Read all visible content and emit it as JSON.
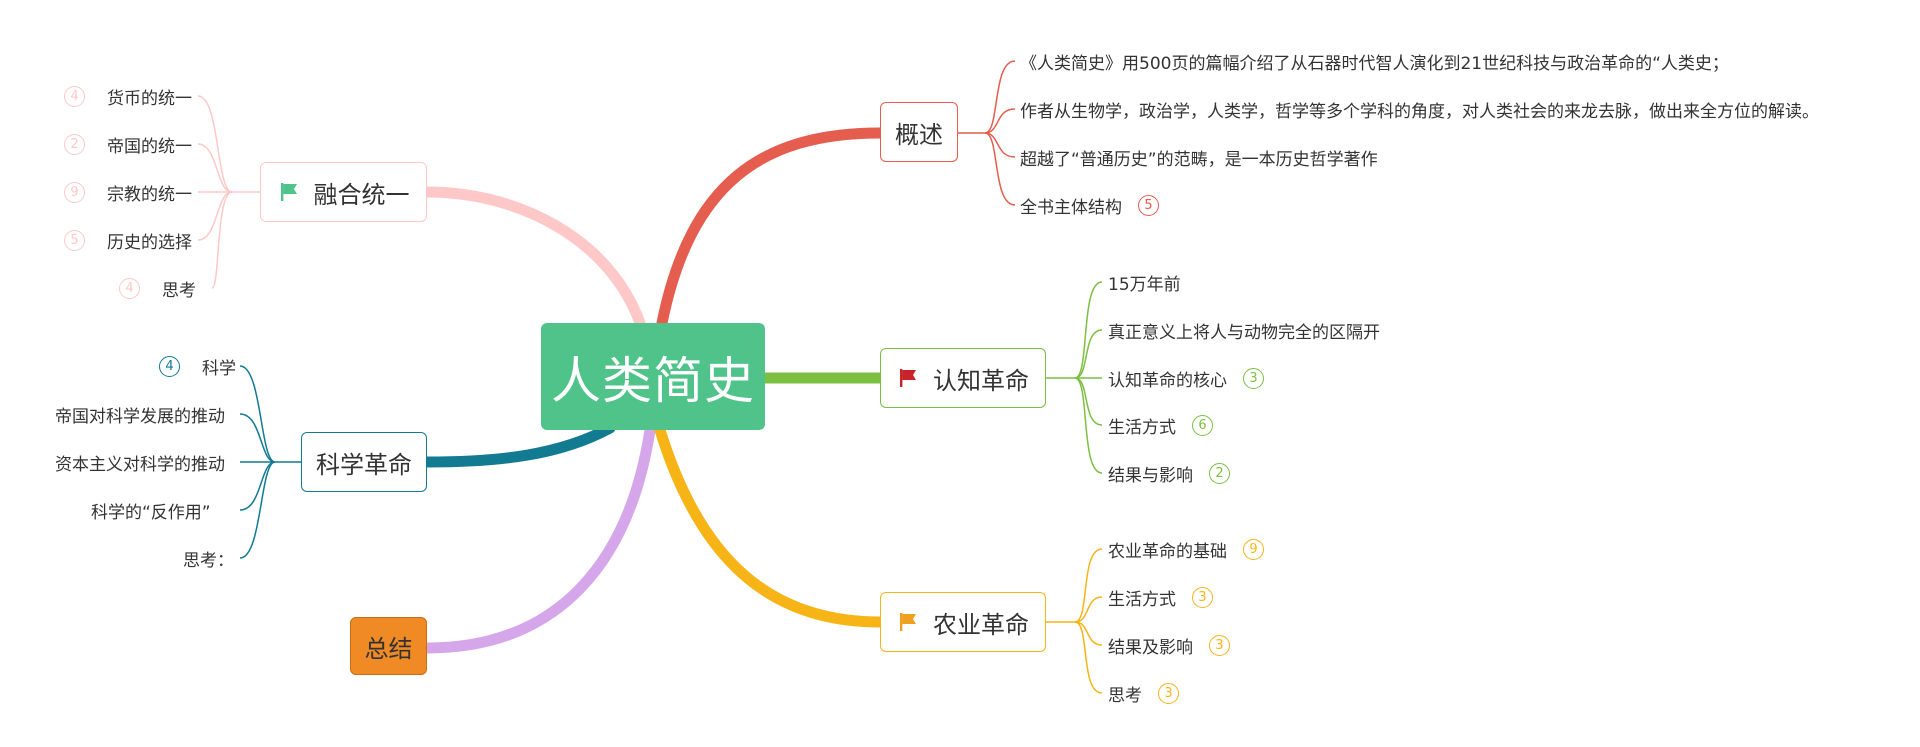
{
  "root": {
    "label": "人类简史"
  },
  "colors": {
    "overview": "#e45d4e",
    "cognitive": "#7cbf43",
    "agricultural": "#f6b417",
    "unification": "#ffc8c8",
    "science": "#127b92",
    "summary": "#d5a6ea",
    "flag_red": "#c9222a",
    "flag_green": "#4fc38a",
    "flag_orange": "#f0a020"
  },
  "branches": {
    "overview": {
      "label": "概述",
      "items": [
        {
          "text": "《人类简史》用500页的篇幅介绍了从石器时代智人演化到21世纪科技与政治革命的“人类史；"
        },
        {
          "text": "作者从生物学，政治学，人类学，哲学等多个学科的角度，对人类社会的来龙去脉，做出来全方位的解读。"
        },
        {
          "text": "超越了“普通历史”的范畴，是一本历史哲学著作"
        },
        {
          "text": "全书主体结构",
          "badge": "5"
        }
      ]
    },
    "cognitive": {
      "label": "认知革命",
      "icon": "red-flag-icon",
      "items": [
        {
          "text": "15万年前"
        },
        {
          "text": "真正意义上将人与动物完全的区隔开"
        },
        {
          "text": "认知革命的核心",
          "badge": "3"
        },
        {
          "text": "生活方式",
          "badge": "6"
        },
        {
          "text": "结果与影响",
          "badge": "2"
        }
      ]
    },
    "agricultural": {
      "label": "农业革命",
      "icon": "orange-flag-icon",
      "items": [
        {
          "text": "农业革命的基础",
          "badge": "9"
        },
        {
          "text": "生活方式",
          "badge": "3"
        },
        {
          "text": "结果及影响",
          "badge": "3"
        },
        {
          "text": "思考",
          "badge": "3"
        }
      ]
    },
    "unification": {
      "label": "融合统一",
      "icon": "green-flag-icon",
      "items": [
        {
          "text": "货币的统一",
          "badge": "4"
        },
        {
          "text": "帝国的统一",
          "badge": "2"
        },
        {
          "text": "宗教的统一",
          "badge": "9"
        },
        {
          "text": "历史的选择",
          "badge": "5"
        },
        {
          "text": "思考",
          "badge": "4"
        }
      ]
    },
    "science": {
      "label": "科学革命",
      "items": [
        {
          "text": "科学",
          "badge": "4"
        },
        {
          "text": "帝国对科学发展的推动"
        },
        {
          "text": "资本主义对科学的推动"
        },
        {
          "text": "科学的“反作用”"
        },
        {
          "text": "思考："
        }
      ]
    },
    "summary": {
      "label": "总结"
    }
  }
}
